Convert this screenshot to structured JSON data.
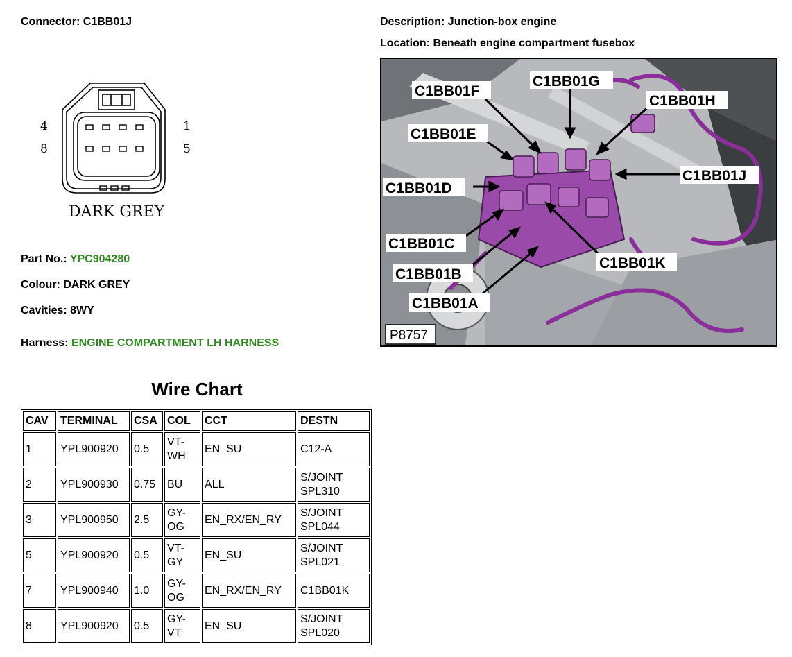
{
  "connector": {
    "label": "Connector:",
    "value": "C1BB01J"
  },
  "description": {
    "label": "Description:",
    "value": "Junction-box engine"
  },
  "location": {
    "label": "Location:",
    "value": "Beneath engine compartment fusebox"
  },
  "diagram": {
    "pin_top_left": "4",
    "pin_bottom_left": "8",
    "pin_top_right": "1",
    "pin_bottom_right": "5",
    "colour_text": "DARK GREY"
  },
  "photo": {
    "ref": "P8757",
    "callouts": [
      "C1BB01F",
      "C1BB01G",
      "C1BB01H",
      "C1BB01E",
      "C1BB01J",
      "C1BB01D",
      "C1BB01C",
      "C1BB01K",
      "C1BB01B",
      "C1BB01A"
    ]
  },
  "part_no": {
    "label": "Part No.:",
    "value": "YPC904280"
  },
  "colour": {
    "label": "Colour:",
    "value": "DARK GREY"
  },
  "cavities": {
    "label": "Cavities:",
    "value": "8WY"
  },
  "harness": {
    "label": "Harness:",
    "value": "ENGINE COMPARTMENT LH HARNESS"
  },
  "colors": {
    "link_green": "#2e8b1e",
    "harness_purple": "#8a2e9a"
  },
  "wire_chart": {
    "title": "Wire Chart",
    "headers": [
      "CAV",
      "TERMINAL",
      "CSA",
      "COL",
      "CCT",
      "DESTN"
    ],
    "rows": [
      {
        "cav": "1",
        "terminal": "YPL900920",
        "csa": "0.5",
        "col": [
          "VT-",
          "WH"
        ],
        "cct": "EN_SU",
        "destn": [
          "C12-A"
        ]
      },
      {
        "cav": "2",
        "terminal": "YPL900930",
        "csa": "0.75",
        "col": [
          "BU"
        ],
        "cct": "ALL",
        "destn": [
          "S/JOINT",
          "SPL310"
        ]
      },
      {
        "cav": "3",
        "terminal": "YPL900950",
        "csa": "2.5",
        "col": [
          "GY-",
          "OG"
        ],
        "cct": "EN_RX/EN_RY",
        "destn": [
          "S/JOINT",
          "SPL044"
        ]
      },
      {
        "cav": "5",
        "terminal": "YPL900920",
        "csa": "0.5",
        "col": [
          "VT-",
          "GY"
        ],
        "cct": "EN_SU",
        "destn": [
          "S/JOINT",
          "SPL021"
        ]
      },
      {
        "cav": "7",
        "terminal": "YPL900940",
        "csa": "1.0",
        "col": [
          "GY-",
          "OG"
        ],
        "cct": "EN_RX/EN_RY",
        "destn": [
          "C1BB01K"
        ]
      },
      {
        "cav": "8",
        "terminal": "YPL900920",
        "csa": "0.5",
        "col": [
          "GY-",
          "VT"
        ],
        "cct": "EN_SU",
        "destn": [
          "S/JOINT",
          "SPL020"
        ]
      }
    ]
  }
}
